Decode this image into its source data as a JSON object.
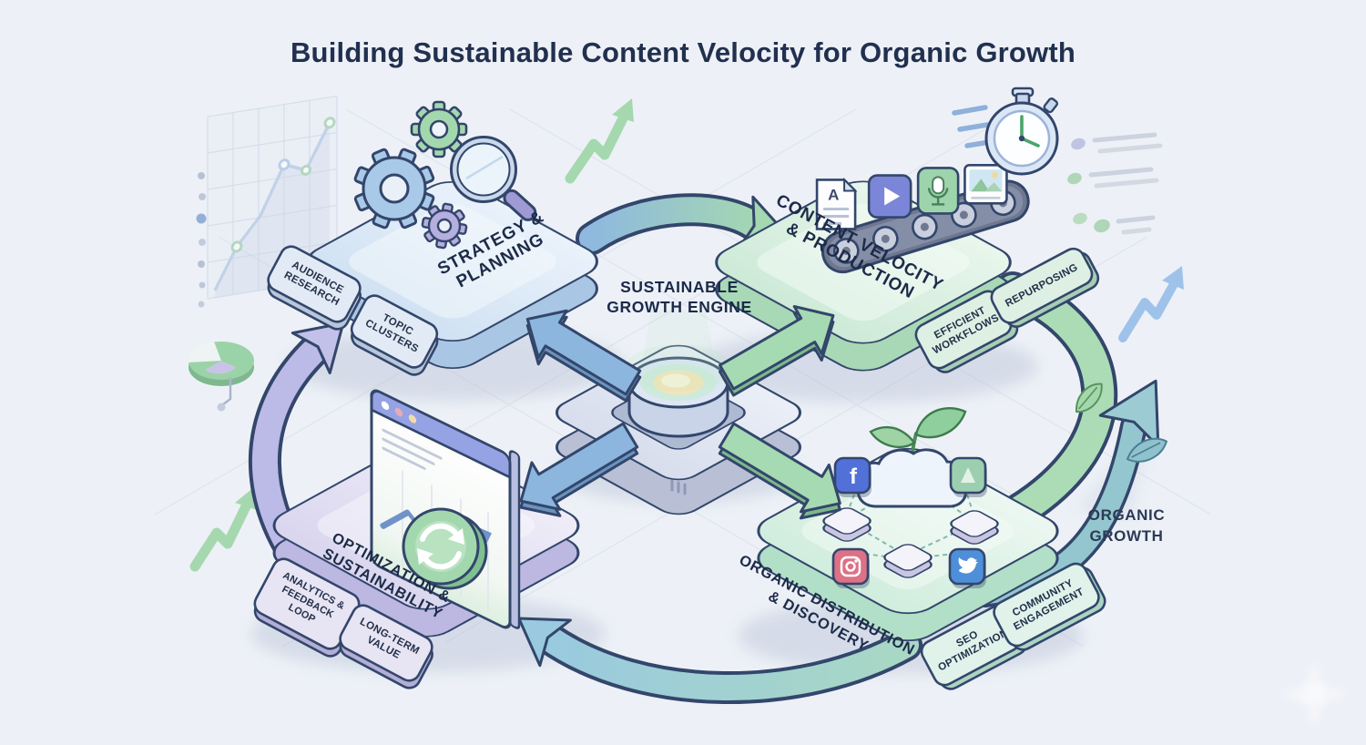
{
  "title": "Building Sustainable Content Velocity for Organic Growth",
  "engine": {
    "label": [
      "SUSTAINABLE",
      "GROWTH ENGINE"
    ]
  },
  "annotations": {
    "organic_growth": [
      "ORGANIC",
      "GROWTH"
    ]
  },
  "platforms": {
    "strategy": {
      "label": [
        "STRATEGY &",
        "PLANNING"
      ],
      "tags": {
        "audience_research": [
          "AUDIENCE",
          "RESEARCH"
        ],
        "topic_clusters": [
          "TOPIC",
          "CLUSTERS"
        ]
      }
    },
    "content": {
      "label": [
        "CONTENT VELOCITY",
        "& PRODUCTION"
      ],
      "tags": {
        "efficient_workflows": [
          "EFFICIENT",
          "WORKFLOWS"
        ],
        "repurposing": [
          "REPURPOSING"
        ]
      }
    },
    "distribution": {
      "label": [
        "ORGANIC DISTRIBUTION",
        "& DISCOVERY"
      ],
      "tags": {
        "seo_optimization": [
          "SEO",
          "OPTIMIZATION"
        ],
        "community_engagement": [
          "COMMUNITY",
          "ENGAGEMENT"
        ]
      }
    },
    "optimization": {
      "label": [
        "OPTIMIZATION &",
        "SUSTAINABILITY"
      ],
      "tags": {
        "analytics_feedback_loop": [
          "ANALYTICS &",
          "FEEDBACK",
          "LOOP"
        ],
        "long_term_value": [
          "LONG-TERM",
          "VALUE"
        ]
      }
    }
  },
  "misc": {
    "conveyor_doc_letter": "A",
    "facebook_letter": "f"
  },
  "colors": {
    "background": "#edf1f7",
    "outline": "#33466b",
    "text_dark": "#22304f",
    "platform_blue": "#d6e5f4",
    "platform_green": "#d9efdf",
    "platform_teal": "#dcf1e6",
    "platform_purple": "#e5e1f3",
    "arrow_blue": "#8cb6de",
    "arrow_green": "#a5d8b0",
    "arrow_teal": "#93c6cf",
    "arrow_lavender": "#bcbae6",
    "glow_core": "#f6e3b8"
  }
}
